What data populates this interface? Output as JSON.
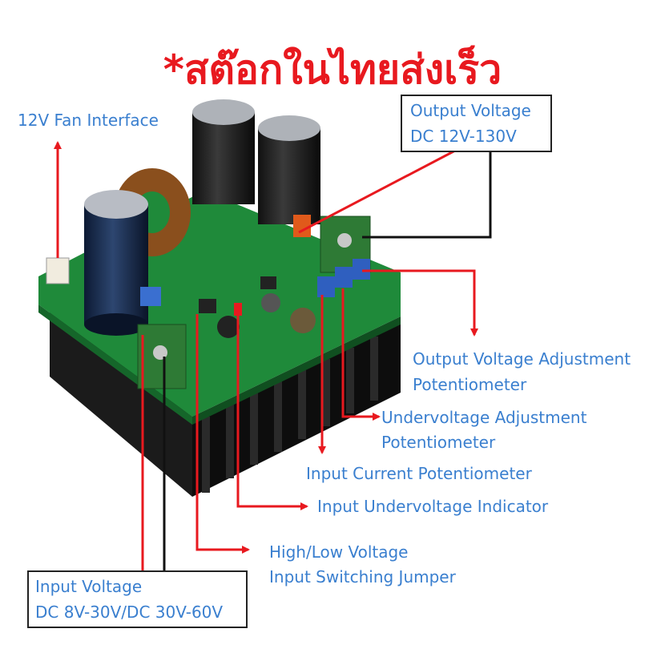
{
  "banner": "*สต๊อกในไทยส่งเร็ว",
  "labels": {
    "fan": "12V Fan Interface",
    "output_voltage_title": "Output Voltage",
    "output_voltage_range": "DC 12V-130V",
    "output_adj_1": "Output Voltage Adjustment",
    "output_adj_2": "Potentiometer",
    "undervolt_adj_1": "Undervoltage Adjustment",
    "undervolt_adj_2": "Potentiometer",
    "input_current": "Input Current Potentiometer",
    "input_undervolt_indicator": "Input Undervoltage Indicator",
    "jumper_1": "High/Low Voltage",
    "jumper_2": "Input Switching Jumper",
    "input_voltage_title": "Input Voltage",
    "input_voltage_range": "DC 8V-30V/DC 30V-60V"
  },
  "colors": {
    "banner": "#e8191f",
    "label": "#3a7fcf",
    "arrow": "#e8191f",
    "pcb": "#1f8a3a",
    "heatsink": "#1a1a1a"
  }
}
